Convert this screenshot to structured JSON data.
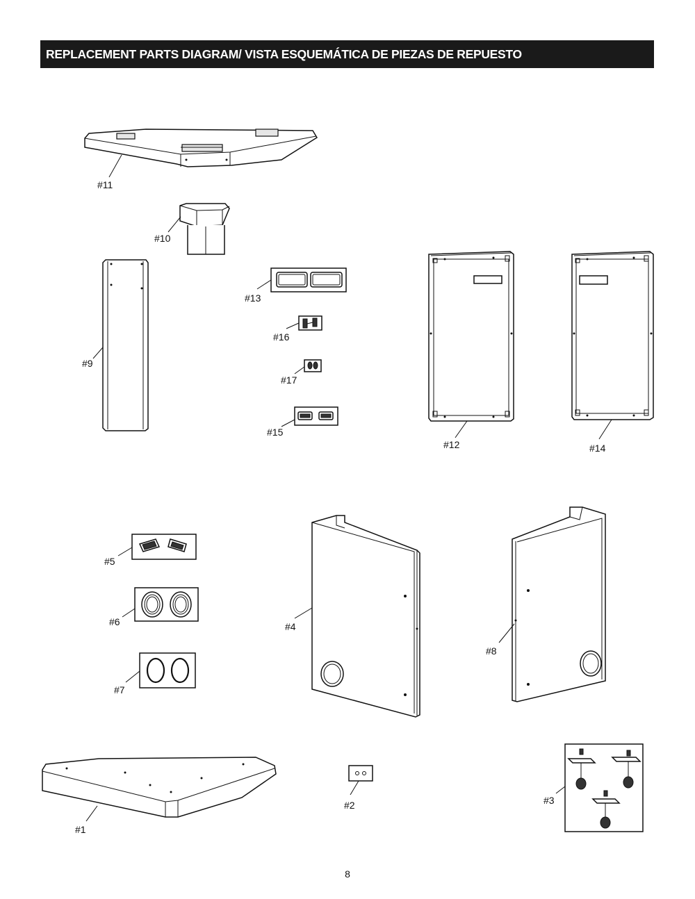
{
  "header": {
    "title": "REPLACEMENT PARTS DIAGRAM/ VISTA ESQUEMÁTICA DE PIEZAS DE REPUESTO"
  },
  "parts": {
    "p1": "#1",
    "p2": "#2",
    "p3": "#3",
    "p4": "#4",
    "p5": "#5",
    "p6": "#6",
    "p7": "#7",
    "p8": "#8",
    "p9": "#9",
    "p10": "#10",
    "p11": "#11",
    "p12": "#12",
    "p13": "#13",
    "p14": "#14",
    "p15": "#15",
    "p16": "#16",
    "p17": "#17"
  },
  "footer": {
    "page_number": "8"
  }
}
